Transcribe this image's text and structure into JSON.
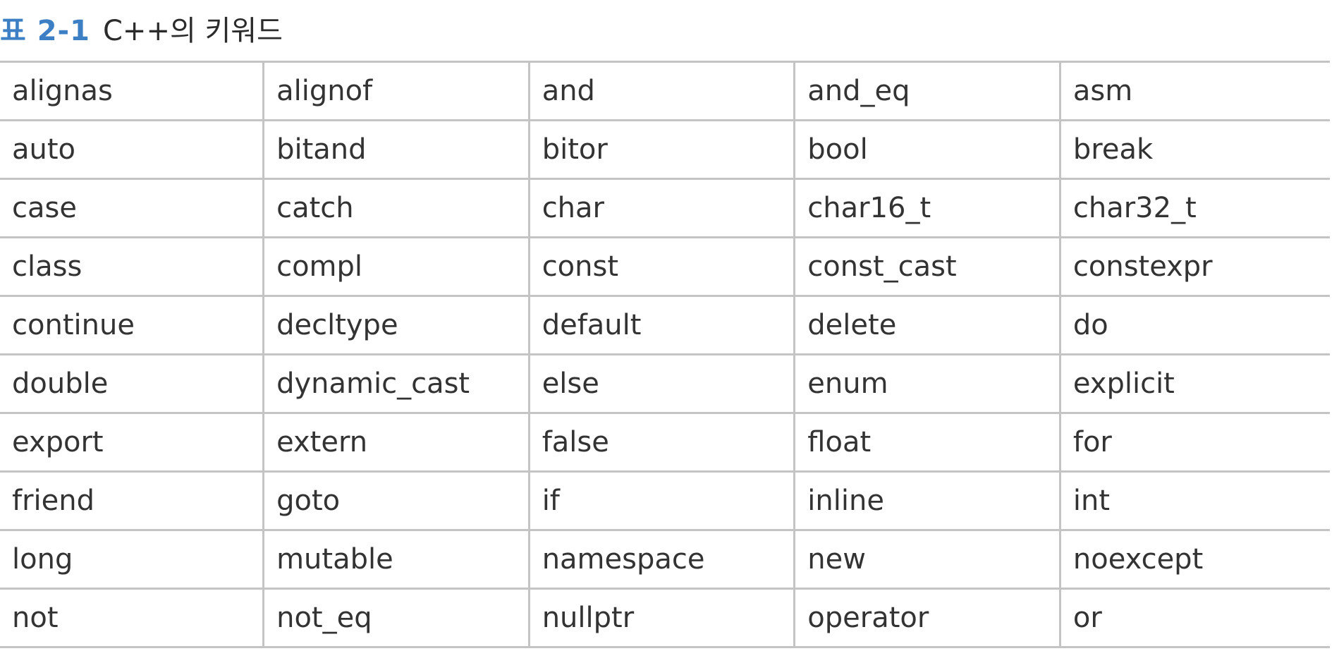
{
  "caption": {
    "number": "표 2-1",
    "title": "C++의 키워드"
  },
  "table": {
    "rows": [
      [
        "alignas",
        "alignof",
        "and",
        "and_eq",
        "asm"
      ],
      [
        "auto",
        "bitand",
        "bitor",
        "bool",
        "break"
      ],
      [
        "case",
        "catch",
        "char",
        "char16_t",
        "char32_t"
      ],
      [
        "class",
        "compl",
        "const",
        "const_cast",
        "constexpr"
      ],
      [
        "continue",
        "decltype",
        "default",
        "delete",
        "do"
      ],
      [
        "double",
        "dynamic_cast",
        "else",
        "enum",
        "explicit"
      ],
      [
        "export",
        "extern",
        "false",
        "float",
        "for"
      ],
      [
        "friend",
        "goto",
        "if",
        "inline",
        "int"
      ],
      [
        "long",
        "mutable",
        "namespace",
        "new",
        "noexcept"
      ],
      [
        "not",
        "not_eq",
        "nullptr",
        "operator",
        "or"
      ]
    ]
  },
  "colors": {
    "caption_number": "#3d7fc4",
    "text": "#333333",
    "rule": "#c4c4c4"
  }
}
